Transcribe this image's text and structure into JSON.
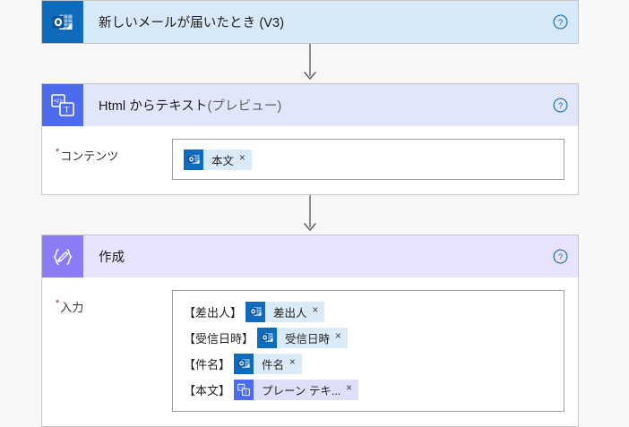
{
  "canvas": {
    "background_color": "#f7f7f7",
    "required_marker": "*"
  },
  "cards": [
    {
      "id": "trigger-outlook",
      "title": "新しいメールが届いたとき (V3)",
      "title_suffix": "",
      "icon": "outlook-icon",
      "header_color": "#d7e8f8",
      "icon_color": "#0f6cbd",
      "help_label": "?",
      "has_body": false
    },
    {
      "id": "html-to-text",
      "title": "Html からテキスト ",
      "title_suffix": "(プレビュー)",
      "icon": "html-to-text-icon",
      "header_color": "#e2e6fa",
      "icon_color": "#4f6bed",
      "help_label": "?",
      "has_body": true,
      "field": {
        "label": "コンテンツ",
        "required": true,
        "lines": [
          {
            "prefix": "",
            "chip": {
              "label": "本文",
              "icon": "outlook-icon",
              "icon_style": "outlook",
              "text_style": "blue",
              "remove_label": "×"
            }
          }
        ]
      }
    },
    {
      "id": "compose",
      "title": "作成",
      "title_suffix": "",
      "icon": "compose-braces-pencil-icon",
      "header_color": "#eae3fd",
      "icon_color": "#8b7cf6",
      "help_label": "?",
      "has_body": true,
      "field": {
        "label": "入力",
        "required": true,
        "lines": [
          {
            "prefix": "【差出人】",
            "chip": {
              "label": "差出人",
              "icon": "outlook-icon",
              "icon_style": "outlook",
              "text_style": "blue",
              "remove_label": "×"
            }
          },
          {
            "prefix": "【受信日時】",
            "chip": {
              "label": "受信日時",
              "icon": "outlook-icon",
              "icon_style": "outlook",
              "text_style": "blue",
              "remove_label": "×"
            }
          },
          {
            "prefix": "【件名】",
            "chip": {
              "label": "件名",
              "icon": "outlook-icon",
              "icon_style": "outlook",
              "text_style": "blue",
              "remove_label": "×"
            }
          },
          {
            "prefix": "【本文】",
            "chip": {
              "label": "プレーン テキ...",
              "icon": "html-to-text-icon",
              "icon_style": "html",
              "text_style": "purple",
              "remove_label": "×"
            }
          }
        ]
      }
    }
  ]
}
